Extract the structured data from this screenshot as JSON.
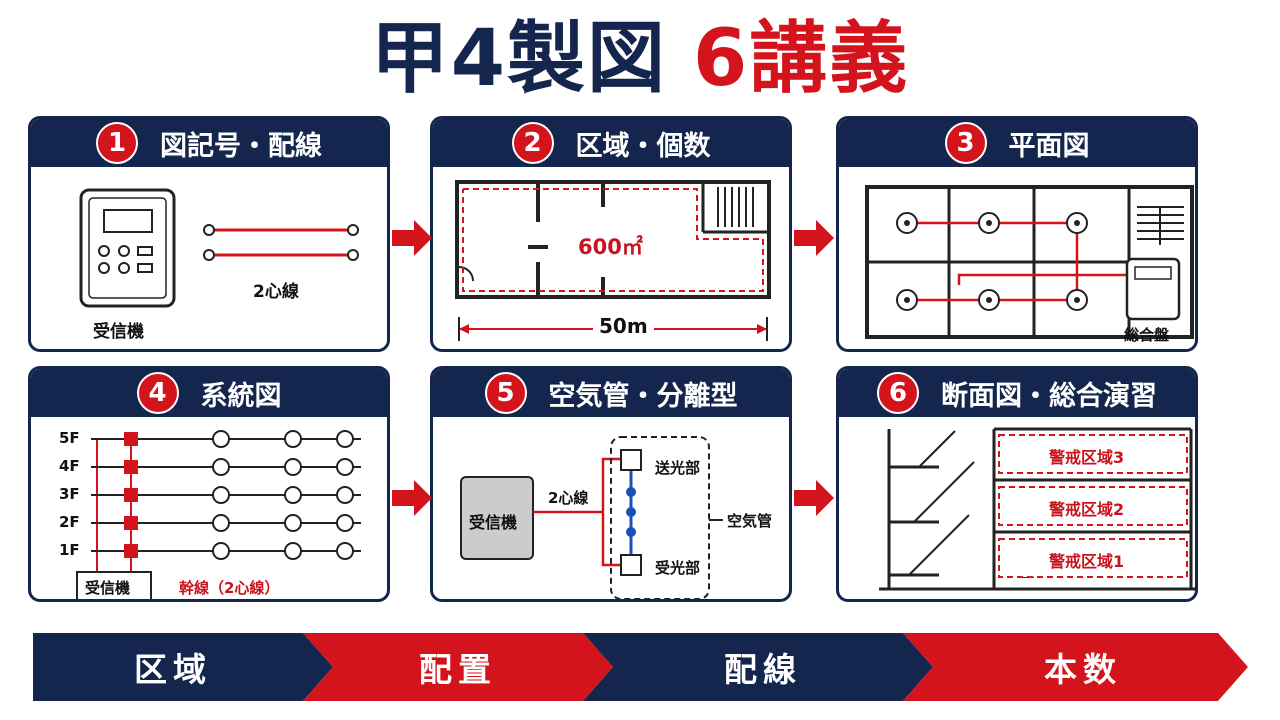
{
  "title": {
    "part1": "甲4製図",
    "part2": "6講義"
  },
  "colors": {
    "navy": "#14264d",
    "red": "#d4141c"
  },
  "panels": [
    {
      "num": "1",
      "title": "図記号・配線",
      "labels": {
        "receiver": "受信機",
        "wire": "2心線"
      }
    },
    {
      "num": "2",
      "title": "区域・個数",
      "labels": {
        "area": "600㎡",
        "length": "50m"
      }
    },
    {
      "num": "3",
      "title": "平面図",
      "labels": {
        "panel": "総合盤"
      }
    },
    {
      "num": "4",
      "title": "系統図",
      "labels": {
        "floors": [
          "5F",
          "4F",
          "3F",
          "2F",
          "1F"
        ],
        "receiver": "受信機",
        "trunk": "幹線（2心線）"
      }
    },
    {
      "num": "5",
      "title": "空気管・分離型",
      "labels": {
        "receiver": "受信機",
        "wire": "2心線",
        "sender": "送光部",
        "receiverUnit": "受光部",
        "tube": "空気管"
      }
    },
    {
      "num": "6",
      "title": "断面図・総合演習",
      "labels": {
        "zones": [
          "警戒区域3",
          "警戒区域2",
          "警戒区域1"
        ]
      }
    }
  ],
  "flow": [
    "区域",
    "配置",
    "配線",
    "本数"
  ]
}
